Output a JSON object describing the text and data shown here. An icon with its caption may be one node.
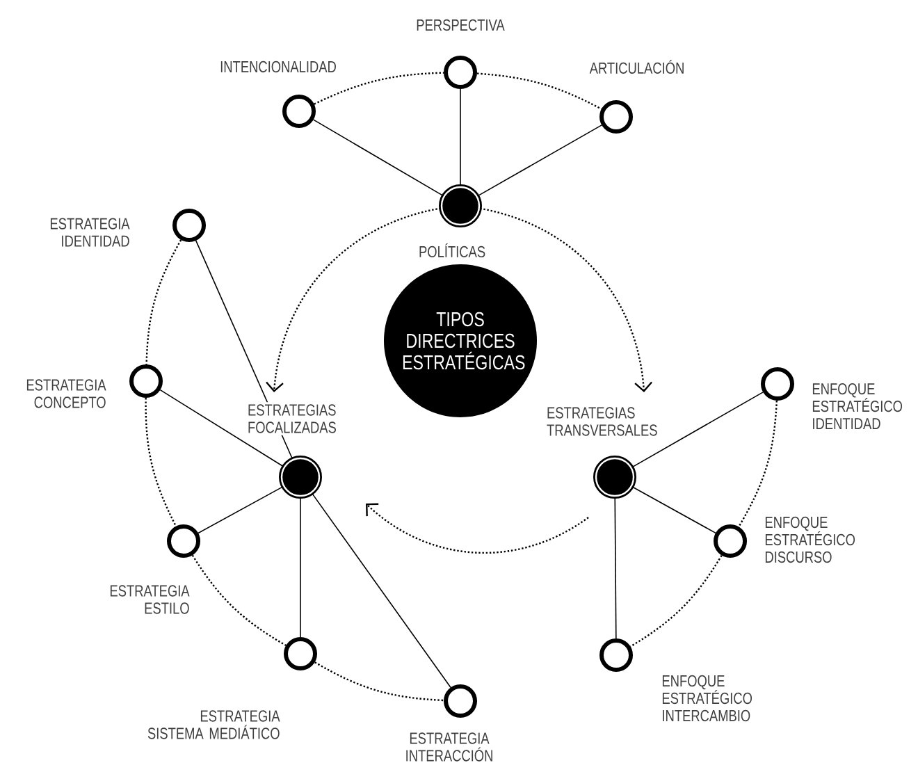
{
  "diagram": {
    "nodes": [
      {
        "text": [
          "TIPOS DIRECTRICES ESTRATÉGICAS"
        ]
      },
      {
        "text": [],
        "shape": "circle"
      },
      {
        "text": [],
        "shape": "circle",
        "beside": [
          "INTENCIONALIDAD"
        ]
      },
      {
        "text": [],
        "shape": "circle",
        "beside": [
          "PERSPECTIVA"
        ]
      },
      {
        "text": [],
        "shape": "circle",
        "beside": [
          "ARTICULACIÓN"
        ]
      },
      {
        "text": [],
        "shape": "circle"
      },
      {
        "text": [],
        "shape": "circle",
        "beside": [
          "ESTRATEGIA IDENTIDAD"
        ]
      },
      {
        "text": [],
        "shape": "circle",
        "beside": [
          "ESTRATEGIA CONCEPTO"
        ]
      },
      {
        "text": [],
        "shape": "circle",
        "beside": [
          "ESTRATEGIA ESTILO"
        ]
      },
      {
        "text": [],
        "shape": "circle",
        "beside": [
          "ESTRATEGIA SISTEMA MEDIÁTICO"
        ]
      },
      {
        "text": [],
        "shape": "circle",
        "beside": [
          "ESTRATEGIA INTERACCIÓN"
        ]
      },
      {
        "text": [],
        "shape": "circle"
      },
      {
        "text": [],
        "shape": "circle",
        "beside": [
          "ENFOQUE ESTRATÉGICO IDENTIDAD"
        ]
      },
      {
        "text": [],
        "shape": "circle",
        "beside": [
          "ENFOQUE ESTRATÉGICO DISCURSO"
        ]
      },
      {
        "text": [],
        "shape": "circle",
        "beside": [
          "ENFOQUE ESTRATÉGICO INTERCAMBIO"
        ]
      }
    ],
    "edges": [
      {
        "from": 1,
        "to": 2,
        "arrow": "none"
      },
      {
        "from": 1,
        "to": 3,
        "arrow": "none"
      },
      {
        "from": 1,
        "to": 4,
        "arrow": "none"
      },
      {
        "from": 2,
        "to": 3,
        "arrow": "none",
        "style": "dashed"
      },
      {
        "from": 3,
        "to": 4,
        "arrow": "none",
        "style": "dashed"
      },
      {
        "from": 1,
        "to": 5,
        "arrow": "to",
        "style": "dashed"
      },
      {
        "from": 1,
        "to": 11,
        "arrow": "to",
        "style": "dashed"
      },
      {
        "from": 5,
        "to": 6,
        "arrow": "none"
      },
      {
        "from": 5,
        "to": 7,
        "arrow": "none"
      },
      {
        "from": 5,
        "to": 8,
        "arrow": "none"
      },
      {
        "from": 5,
        "to": 9,
        "arrow": "none"
      },
      {
        "from": 5,
        "to": 10,
        "arrow": "none"
      },
      {
        "from": 6,
        "to": 7,
        "arrow": "none",
        "style": "dashed"
      },
      {
        "from": 7,
        "to": 8,
        "arrow": "none",
        "style": "dashed"
      },
      {
        "from": 8,
        "to": 9,
        "arrow": "none",
        "style": "dashed"
      },
      {
        "from": 9,
        "to": 10,
        "arrow": "none",
        "style": "dashed"
      },
      {
        "from": 11,
        "to": 12,
        "arrow": "none"
      },
      {
        "from": 11,
        "to": 13,
        "arrow": "none"
      },
      {
        "from": 11,
        "to": 14,
        "arrow": "none"
      },
      {
        "from": 12,
        "to": 13,
        "arrow": "none",
        "style": "dashed"
      },
      {
        "from": 13,
        "to": 14,
        "arrow": "none",
        "style": "dashed"
      },
      {
        "from": 11,
        "to": 5,
        "arrow": "to",
        "style": "dashed"
      }
    ],
    "labels": [
      "POLÍTICAS",
      "ESTRATEGIAS FOCALIZADAS",
      "ESTRATEGIAS TRANSVERSALES"
    ]
  }
}
